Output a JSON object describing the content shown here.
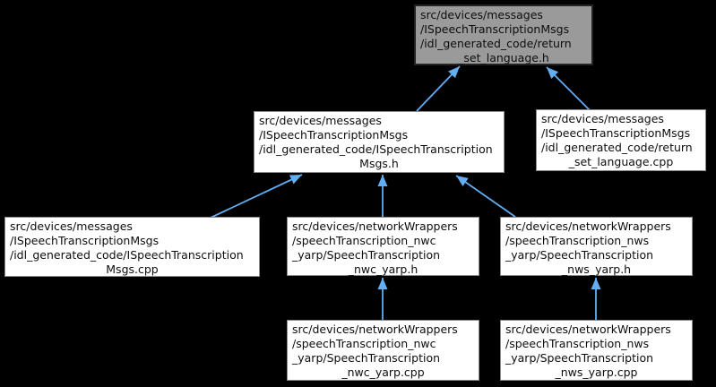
{
  "diagram": {
    "type": "include-dependency-graph",
    "colors": {
      "background": "#000000",
      "arrow": "#63adf2",
      "node_fill": "#ffffff",
      "node_border": "#8a8a8a",
      "node_text": "#0d0d0d",
      "highlight_fill": "#9a9a9a",
      "highlight_border": "#242424"
    },
    "nodes": [
      {
        "id": "return_set_language_h",
        "highlighted": true,
        "lines": [
          "src/devices/messages",
          "/ISpeechTranscriptionMsgs",
          "/idl_generated_code/return",
          "_set_language.h"
        ]
      },
      {
        "id": "ISpeechTranscriptionMsgs_h",
        "highlighted": false,
        "lines": [
          "src/devices/messages",
          "/ISpeechTranscriptionMsgs",
          "/idl_generated_code/ISpeechTranscription",
          "Msgs.h"
        ]
      },
      {
        "id": "return_set_language_cpp",
        "highlighted": false,
        "lines": [
          "src/devices/messages",
          "/ISpeechTranscriptionMsgs",
          "/idl_generated_code/return",
          "_set_language.cpp"
        ]
      },
      {
        "id": "ISpeechTranscriptionMsgs_cpp",
        "highlighted": false,
        "lines": [
          "src/devices/messages",
          "/ISpeechTranscriptionMsgs",
          "/idl_generated_code/ISpeechTranscription",
          "Msgs.cpp"
        ]
      },
      {
        "id": "SpeechTranscription_nwc_yarp_h",
        "highlighted": false,
        "lines": [
          "src/devices/networkWrappers",
          "/speechTranscription_nwc",
          "_yarp/SpeechTranscription",
          "_nwc_yarp.h"
        ]
      },
      {
        "id": "SpeechTranscription_nws_yarp_h",
        "highlighted": false,
        "lines": [
          "src/devices/networkWrappers",
          "/speechTranscription_nws",
          "_yarp/SpeechTranscription",
          "_nws_yarp.h"
        ]
      },
      {
        "id": "SpeechTranscription_nwc_yarp_cpp",
        "highlighted": false,
        "lines": [
          "src/devices/networkWrappers",
          "/speechTranscription_nwc",
          "_yarp/SpeechTranscription",
          "_nwc_yarp.cpp"
        ]
      },
      {
        "id": "SpeechTranscription_nws_yarp_cpp",
        "highlighted": false,
        "lines": [
          "src/devices/networkWrappers",
          "/speechTranscription_nws",
          "_yarp/SpeechTranscription",
          "_nws_yarp.cpp"
        ]
      }
    ],
    "edges": [
      {
        "from": "ISpeechTranscriptionMsgs_h",
        "to": "return_set_language_h"
      },
      {
        "from": "return_set_language_cpp",
        "to": "return_set_language_h"
      },
      {
        "from": "ISpeechTranscriptionMsgs_cpp",
        "to": "ISpeechTranscriptionMsgs_h"
      },
      {
        "from": "SpeechTranscription_nwc_yarp_h",
        "to": "ISpeechTranscriptionMsgs_h"
      },
      {
        "from": "SpeechTranscription_nws_yarp_h",
        "to": "ISpeechTranscriptionMsgs_h"
      },
      {
        "from": "SpeechTranscription_nwc_yarp_cpp",
        "to": "SpeechTranscription_nwc_yarp_h"
      },
      {
        "from": "SpeechTranscription_nws_yarp_cpp",
        "to": "SpeechTranscription_nws_yarp_h"
      }
    ]
  }
}
